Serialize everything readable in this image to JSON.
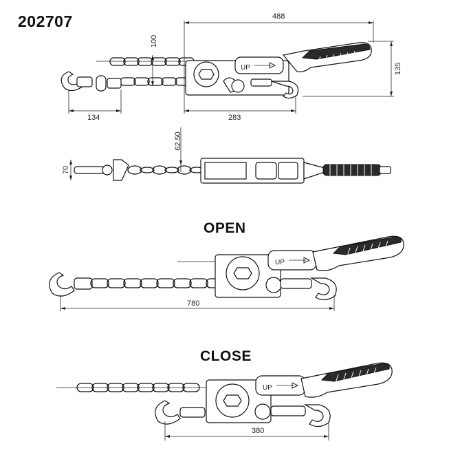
{
  "product_code": "202707",
  "states": {
    "open": "OPEN",
    "close": "CLOSE"
  },
  "dimensions": {
    "overall_length": "488",
    "handle_height": "135",
    "chain_offset": "100",
    "hook_span": "134",
    "body_length": "283",
    "top_chain_offset": "62.50",
    "top_width": "70",
    "open_length": "780",
    "close_length": "380"
  },
  "label_up": "UP"
}
